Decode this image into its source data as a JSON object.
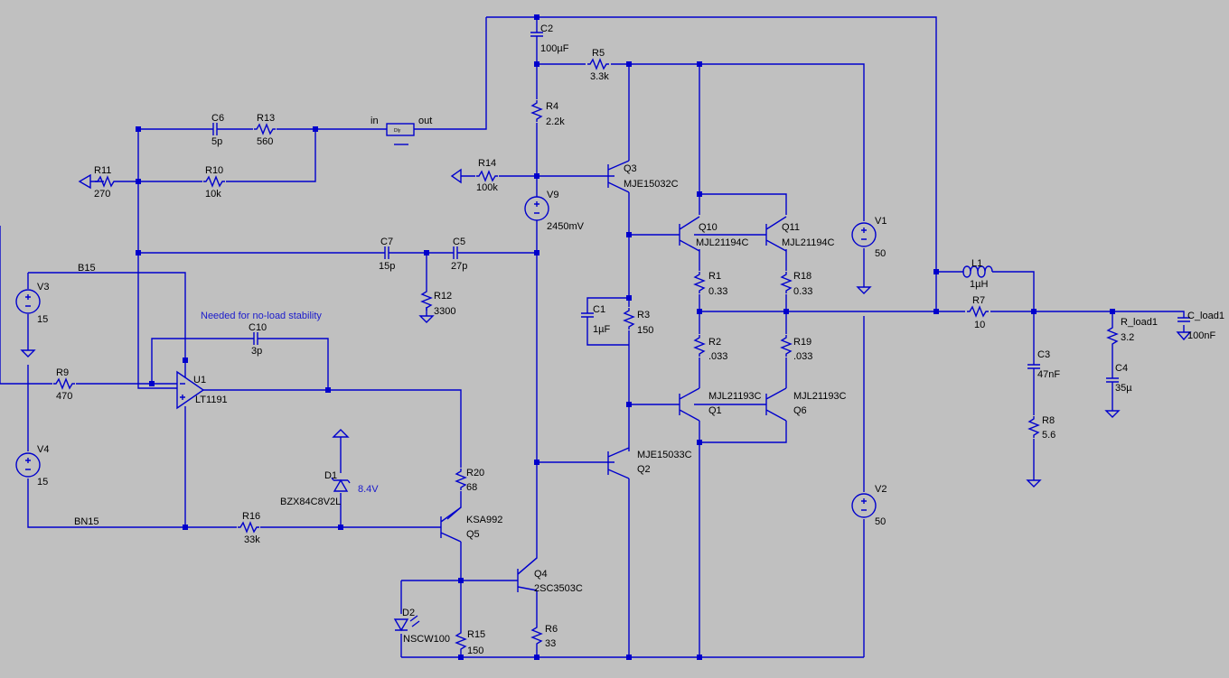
{
  "note": "Needed for no-load stability",
  "zener_voltage": "8.4V",
  "nets": {
    "b15": "B15",
    "bn15": "BN15",
    "in": "in",
    "out": "out"
  },
  "components": {
    "C2": {
      "name": "C2",
      "value": "100µF"
    },
    "R5": {
      "name": "R5",
      "value": "3.3k"
    },
    "R4": {
      "name": "R4",
      "value": "2.2k"
    },
    "C6": {
      "name": "C6",
      "value": "5p"
    },
    "R13": {
      "name": "R13",
      "value": "560"
    },
    "R11": {
      "name": "R11",
      "value": "270"
    },
    "R10": {
      "name": "R10",
      "value": "10k"
    },
    "R14": {
      "name": "R14",
      "value": "100k"
    },
    "Q3": {
      "name": "Q3",
      "value": "MJE15032C"
    },
    "V9": {
      "name": "V9",
      "value": "2450mV"
    },
    "Q10": {
      "name": "Q10",
      "value": "MJL21194C"
    },
    "Q11": {
      "name": "Q11",
      "value": "MJL21194C"
    },
    "V1": {
      "name": "V1",
      "value": "50"
    },
    "C7": {
      "name": "C7",
      "value": "15p"
    },
    "C5": {
      "name": "C5",
      "value": "27p"
    },
    "R12": {
      "name": "R12",
      "value": "3300"
    },
    "R1": {
      "name": "R1",
      "value": "0.33"
    },
    "R18": {
      "name": "R18",
      "value": "0.33"
    },
    "L1": {
      "name": "L1",
      "value": "1µH"
    },
    "R7": {
      "name": "R7",
      "value": "10"
    },
    "R_load1": {
      "name": "R_load1",
      "value": "3.2"
    },
    "C_load1": {
      "name": "C_load1",
      "value": "100nF"
    },
    "V3": {
      "name": "V3",
      "value": "15"
    },
    "C10": {
      "name": "C10",
      "value": "3p"
    },
    "C1": {
      "name": "C1",
      "value": "1µF"
    },
    "R3": {
      "name": "R3",
      "value": "150"
    },
    "R2": {
      "name": "R2",
      "value": ".033"
    },
    "R19": {
      "name": "R19",
      "value": ".033"
    },
    "C3": {
      "name": "C3",
      "value": "47nF"
    },
    "C4": {
      "name": "C4",
      "value": "35µ"
    },
    "R9": {
      "name": "R9",
      "value": "470"
    },
    "U1": {
      "name": "U1",
      "value": "LT1191"
    },
    "Q1": {
      "name": "Q1",
      "value": "MJL21193C"
    },
    "Q6": {
      "name": "Q6",
      "value": "MJL21193C"
    },
    "R8": {
      "name": "R8",
      "value": "5.6"
    },
    "V4": {
      "name": "V4",
      "value": "15"
    },
    "R20": {
      "name": "R20",
      "value": "68"
    },
    "D1": {
      "name": "D1",
      "value": "BZX84C8V2L"
    },
    "Q2": {
      "name": "Q2",
      "value": "MJE15033C"
    },
    "V2": {
      "name": "V2",
      "value": "50"
    },
    "R16": {
      "name": "R16",
      "value": "33k"
    },
    "Q5": {
      "name": "Q5",
      "value": "KSA992"
    },
    "Q4": {
      "name": "Q4",
      "value": "2SC3503C"
    },
    "D2": {
      "name": "D2",
      "value": "NSCW100"
    },
    "R15": {
      "name": "R15",
      "value": "150"
    },
    "R6": {
      "name": "R6",
      "value": "33"
    }
  }
}
